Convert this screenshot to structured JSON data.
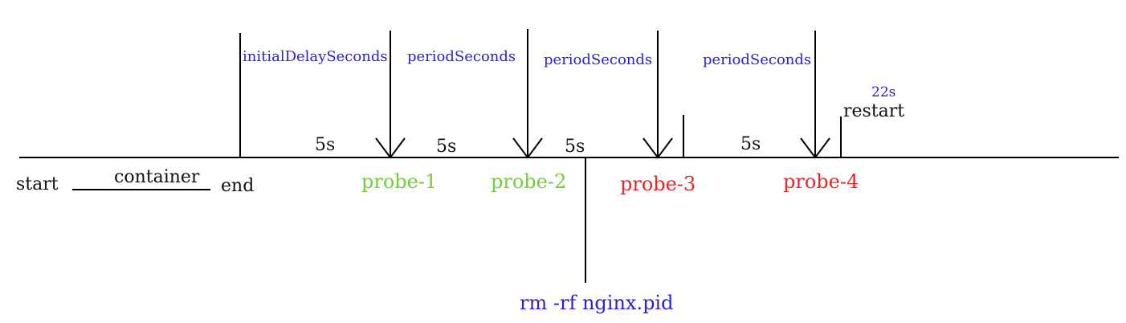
{
  "labels": {
    "start": "start",
    "container": "container",
    "end": "end",
    "initial_delay": "initialDelaySeconds",
    "period_1": "periodSeconds",
    "period_2": "periodSeconds",
    "period_3": "periodSeconds",
    "interval_1": "5s",
    "interval_2": "5s",
    "interval_3": "5s",
    "interval_4": "5s",
    "total_time": "22s",
    "restart": "restart",
    "command": "rm -rf nginx.pid"
  },
  "probes": [
    {
      "label": "probe-1",
      "status": "success"
    },
    {
      "label": "probe-2",
      "status": "success"
    },
    {
      "label": "probe-3",
      "status": "failure"
    },
    {
      "label": "probe-4",
      "status": "failure"
    }
  ],
  "colors": {
    "annotation": "#2a1fd6",
    "success": "#6fcf3a",
    "failure": "#e8252a",
    "line": "#000000"
  }
}
